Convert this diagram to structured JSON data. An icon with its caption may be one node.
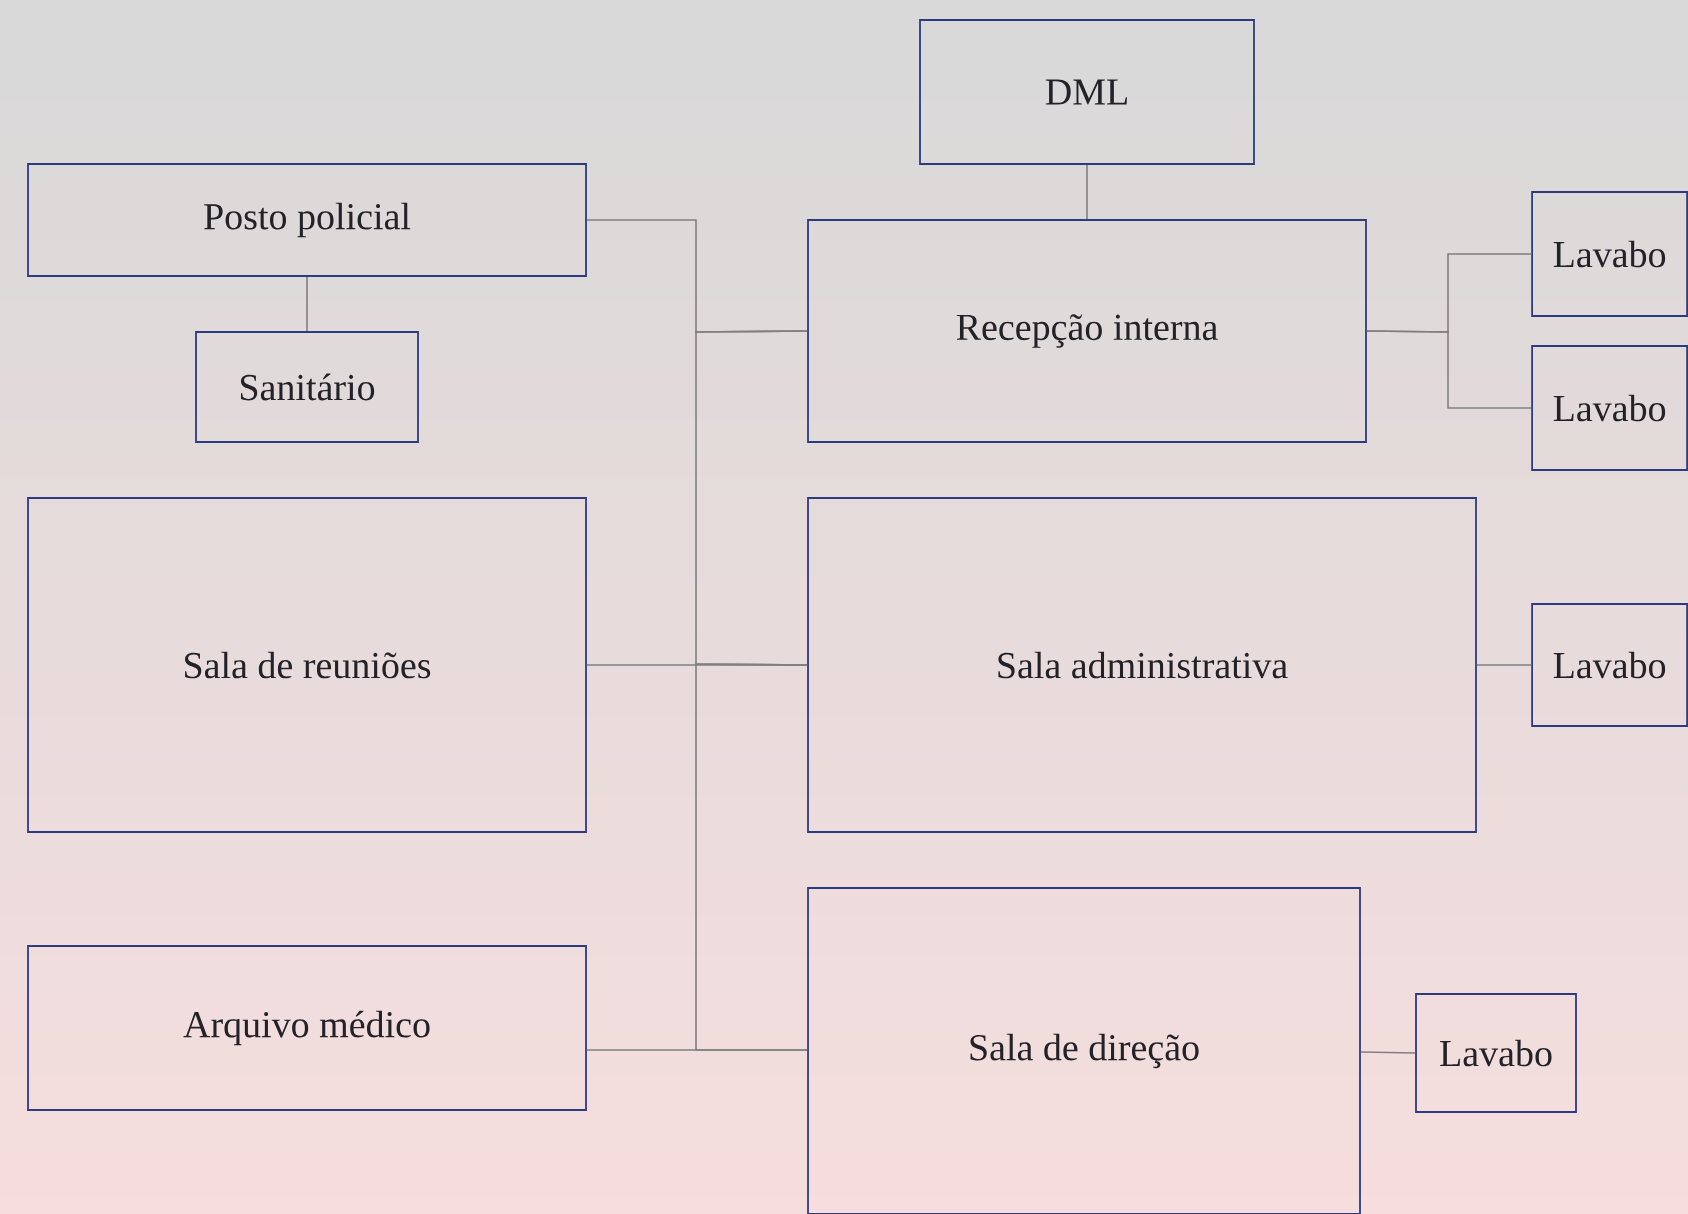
{
  "diagram": {
    "nodes": [
      {
        "text": [
          "DML"
        ]
      },
      {
        "text": [
          "Posto policial"
        ]
      },
      {
        "text": [
          "Sanitário"
        ]
      },
      {
        "text": [
          "Recepção interna"
        ]
      },
      {
        "text": [
          "Lavabo"
        ]
      },
      {
        "text": [
          "Lavabo"
        ]
      },
      {
        "text": [
          "Sala de reuniões"
        ]
      },
      {
        "text": [
          "Sala administrativa"
        ]
      },
      {
        "text": [
          "Lavabo"
        ]
      },
      {
        "text": [
          "Arquivo médico"
        ]
      },
      {
        "text": [
          "Sala de direção"
        ]
      },
      {
        "text": [
          "Lavabo"
        ]
      }
    ],
    "edges": [
      {
        "from": 0,
        "to": 3,
        "arrow": "none"
      },
      {
        "from": 1,
        "to": 2,
        "arrow": "none"
      },
      {
        "from": 1,
        "to": 3,
        "arrow": "none"
      },
      {
        "from": 6,
        "to": 7,
        "arrow": "none"
      },
      {
        "from": 9,
        "to": 10,
        "arrow": "none"
      },
      {
        "from": 3,
        "to": 7,
        "arrow": "none"
      },
      {
        "from": 7,
        "to": 10,
        "arrow": "none"
      },
      {
        "from": 3,
        "to": 4,
        "arrow": "none"
      },
      {
        "from": 3,
        "to": 5,
        "arrow": "none"
      },
      {
        "from": 7,
        "to": 8,
        "arrow": "none"
      },
      {
        "from": 10,
        "to": 11,
        "arrow": "none"
      }
    ]
  }
}
